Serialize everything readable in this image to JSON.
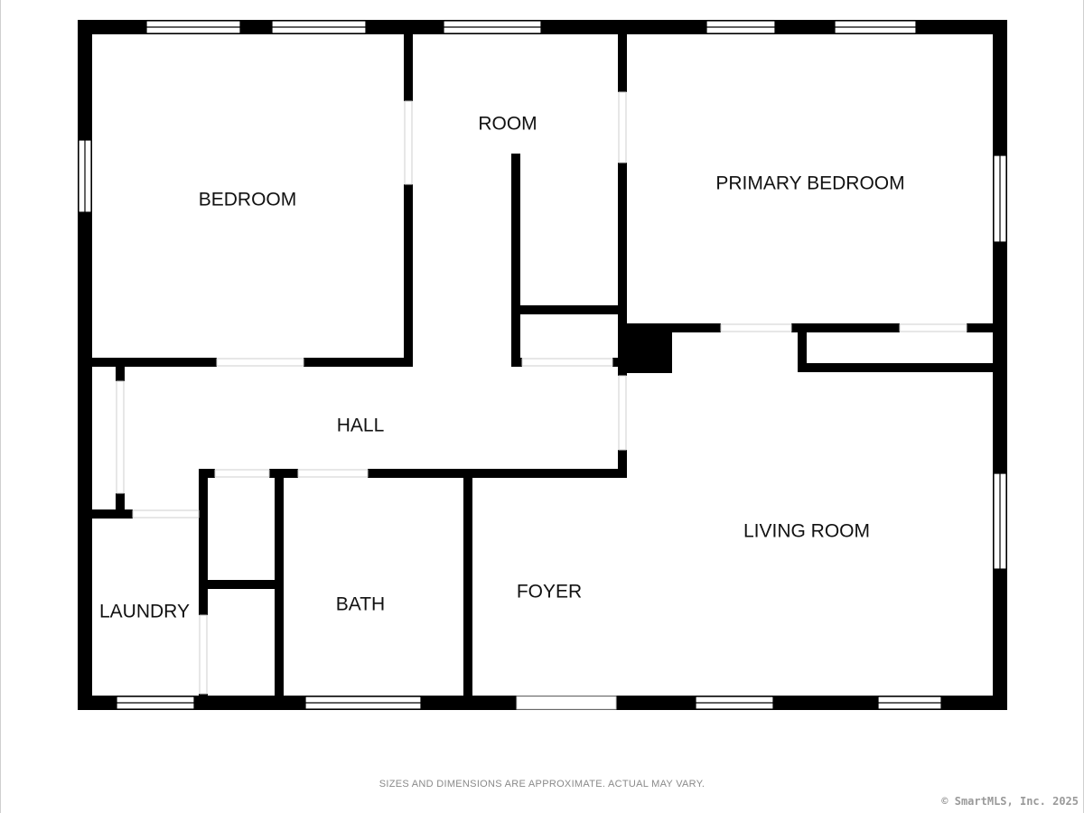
{
  "rooms": {
    "room": "ROOM",
    "bedroom": "BEDROOM",
    "primary_bedroom": "PRIMARY BEDROOM",
    "hall": "HALL",
    "living_room": "LIVING ROOM",
    "foyer": "FOYER",
    "bath": "BATH",
    "laundry": "LAUNDRY"
  },
  "footer": {
    "disclaimer": "SIZES AND DIMENSIONS ARE APPROXIMATE. ACTUAL MAY VARY.",
    "copyright": "© SmartMLS, Inc. 2025"
  },
  "colors": {
    "wall": "#000000",
    "window": "#ffffff",
    "background": "#ffffff"
  }
}
